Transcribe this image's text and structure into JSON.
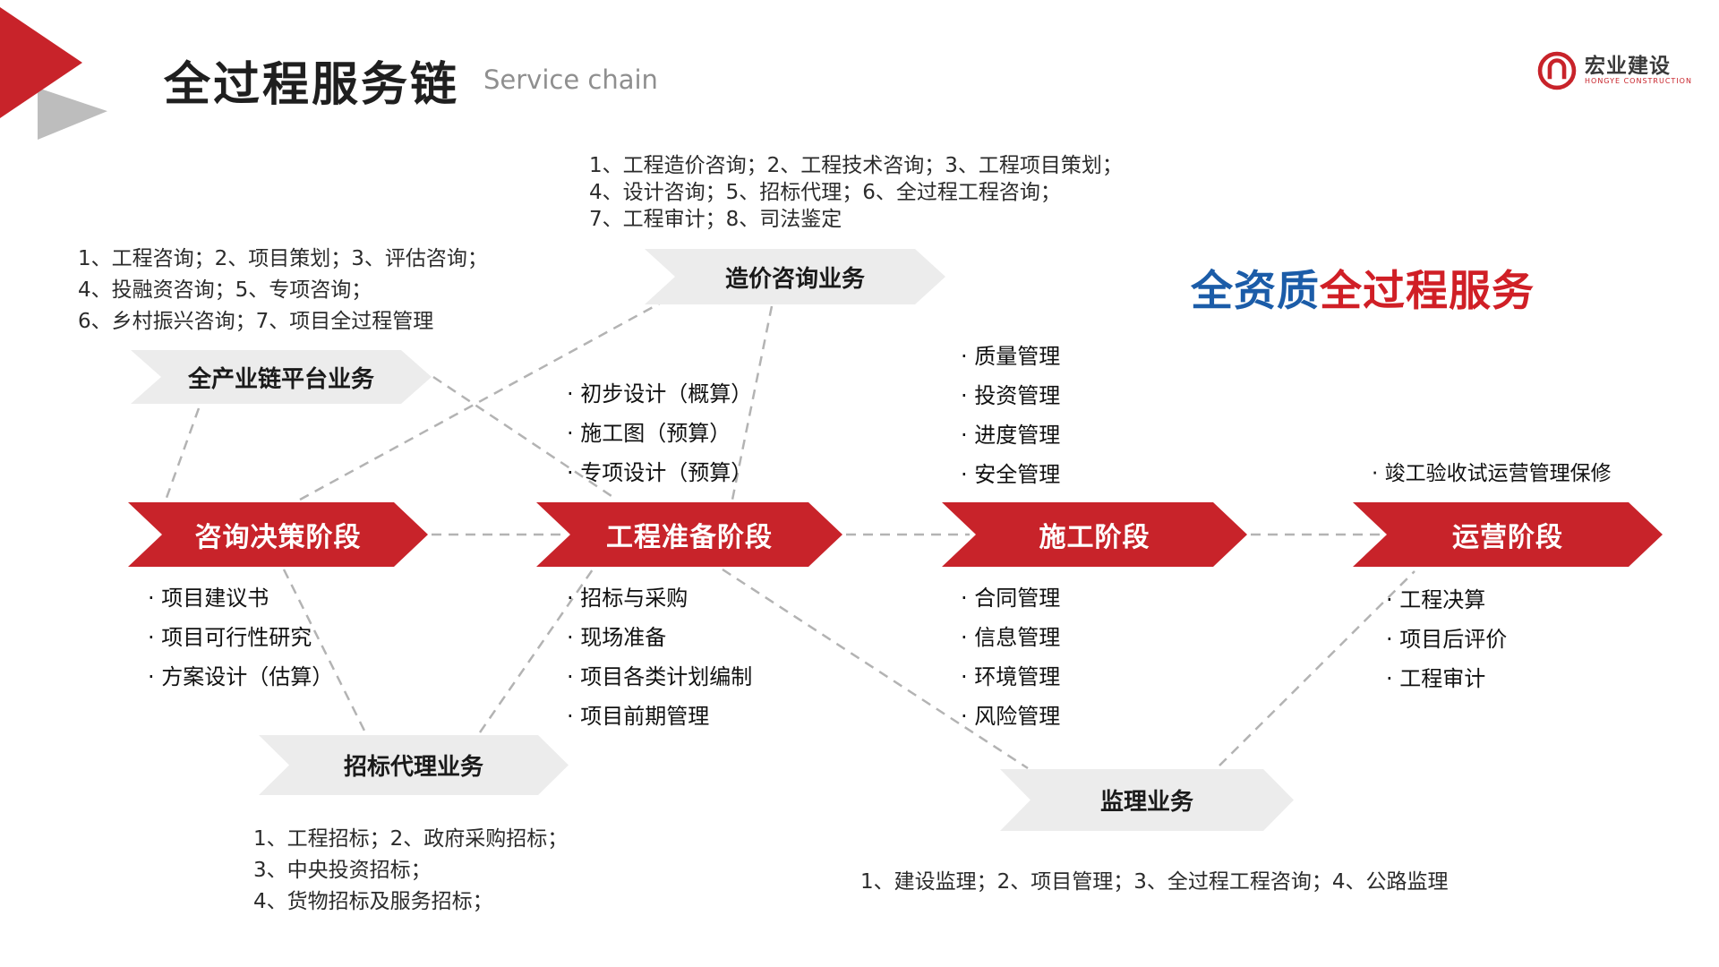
{
  "page": {
    "title": "全过程服务链",
    "subtitle": "Service chain",
    "colors": {
      "brand_red": "#C8232A",
      "slogan_blue": "#1B5CA8",
      "slogan_red": "#D01F26",
      "arrow_gray": "#ECECEC",
      "line_gray": "#B3B3B3"
    }
  },
  "logo": {
    "name": "宏业建设",
    "tagline": "HONGYE CONSTRUCTION"
  },
  "slogan": {
    "part1": "全资质",
    "part2": "全过程服务"
  },
  "stages": [
    {
      "label": "咨询决策阶段",
      "below": [
        "· 项目建议书",
        "· 项目可行性研究",
        "· 方案设计（估算）"
      ]
    },
    {
      "label": "工程准备阶段",
      "above": [
        "· 初步设计（概算）",
        "· 施工图（预算）",
        "· 专项设计（预算）"
      ],
      "below": [
        "· 招标与采购",
        "· 现场准备",
        "· 项目各类计划编制",
        "· 项目前期管理"
      ]
    },
    {
      "label": "施工阶段",
      "above": [
        "· 质量管理",
        "· 投资管理",
        "· 进度管理",
        "· 安全管理"
      ],
      "below": [
        "· 合同管理",
        "· 信息管理",
        "· 环境管理",
        "· 风险管理"
      ]
    },
    {
      "label": "运营阶段",
      "above": [
        "· 竣工验收试运营管理保修"
      ],
      "below": [
        "· 工程决算",
        "· 项目后评价",
        "· 工程审计"
      ]
    }
  ],
  "services": [
    {
      "label": "全产业链平台业务",
      "desc": [
        "1、工程咨询；2、项目策划；3、评估咨询；",
        "4、投融资咨询；5、专项咨询；",
        "6、乡村振兴咨询；7、项目全过程管理"
      ]
    },
    {
      "label": "造价咨询业务",
      "desc": [
        "1、工程造价咨询；2、工程技术咨询；3、工程项目策划；",
        "4、设计咨询；5、招标代理；6、全过程工程咨询；",
        "7、工程审计；8、司法鉴定"
      ]
    },
    {
      "label": "招标代理业务",
      "desc": [
        "1、工程招标；2、政府采购招标；",
        "3、中央投资招标；",
        "4、货物招标及服务招标；"
      ]
    },
    {
      "label": "监理业务",
      "desc": [
        "1、建设监理；2、项目管理；3、全过程工程咨询；4、公路监理"
      ]
    }
  ]
}
